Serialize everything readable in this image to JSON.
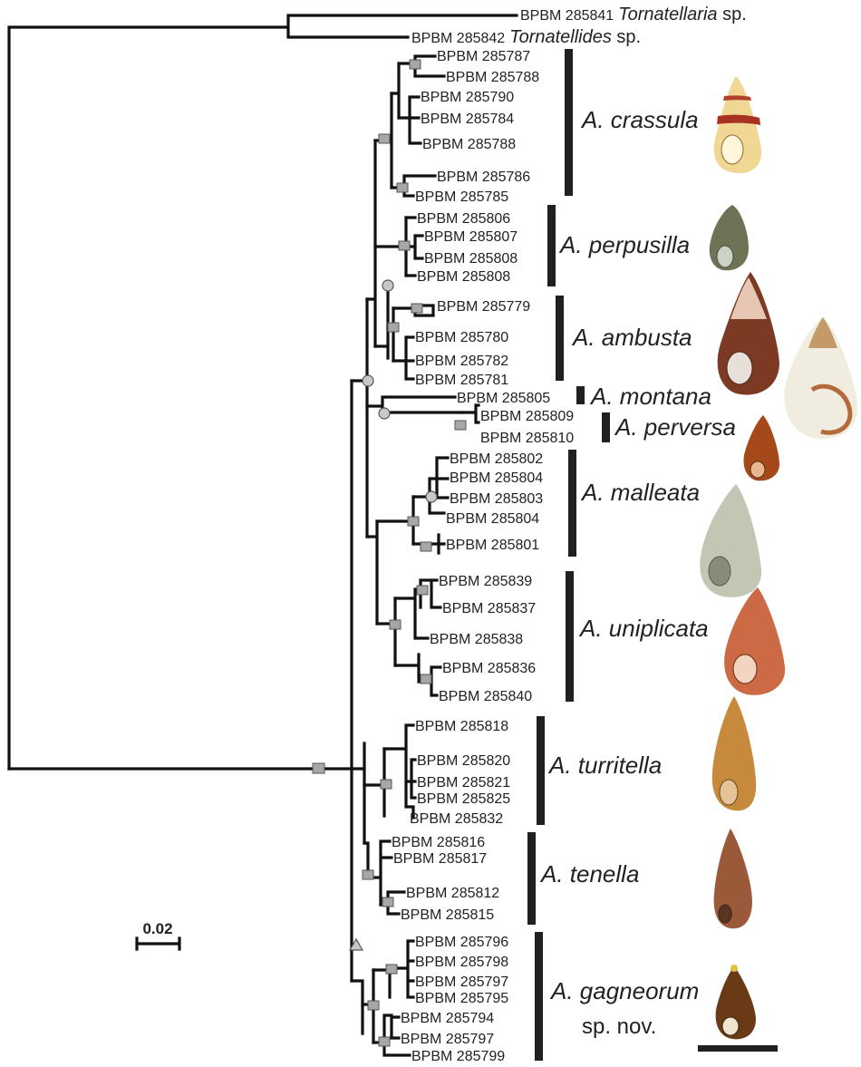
{
  "outgroup": {
    "tip1": {
      "code": "BPBM 285841",
      "genus": "Tornatellaria",
      "suffix": " sp."
    },
    "tip2": {
      "code": "BPBM 285842",
      "genus": "Tornatellides",
      "suffix": " sp."
    }
  },
  "tips": [
    "BPBM 285787",
    "BPBM 285788",
    "BPBM 285790",
    "BPBM 285784",
    "BPBM 285788",
    "BPBM 285786",
    "BPBM 285785",
    "BPBM 285806",
    "BPBM 285807",
    "BPBM 285808",
    "BPBM 285808",
    "BPBM 285779",
    "BPBM 285780",
    "BPBM 285782",
    "BPBM 285781",
    "BPBM 285805",
    "BPBM 285809",
    "BPBM 285810",
    "BPBM 285802",
    "BPBM 285804",
    "BPBM 285803",
    "BPBM 285804",
    "BPBM 285801",
    "BPBM 285839",
    "BPBM 285837",
    "BPBM 285838",
    "BPBM 285836",
    "BPBM 285840",
    "BPBM 285818",
    "BPBM 285820",
    "BPBM 285821",
    "BPBM 285825",
    "BPBM 285832",
    "BPBM 285816",
    "BPBM 285817",
    "BPBM 285812",
    "BPBM 285815",
    "BPBM 285796",
    "BPBM 285798",
    "BPBM 285797",
    "BPBM 285795",
    "BPBM 285794",
    "BPBM 285797",
    "BPBM 285799"
  ],
  "clades": [
    "A. crassula",
    "A. perpusilla",
    "A. ambusta",
    "A. montana",
    "A. perversa",
    "A. malleata",
    "A. uniplicata",
    "A. turritella",
    "A. tenella",
    "A. gagneorum"
  ],
  "clade_extra": {
    "gagneorum_sub": "sp. nov."
  },
  "scale_bar": {
    "label": "0.02"
  },
  "colors": {
    "branch": "#111111",
    "node_square": "#a7a7a7",
    "node_circle": "#c8c8c8",
    "clade_bar": "#231f20"
  }
}
